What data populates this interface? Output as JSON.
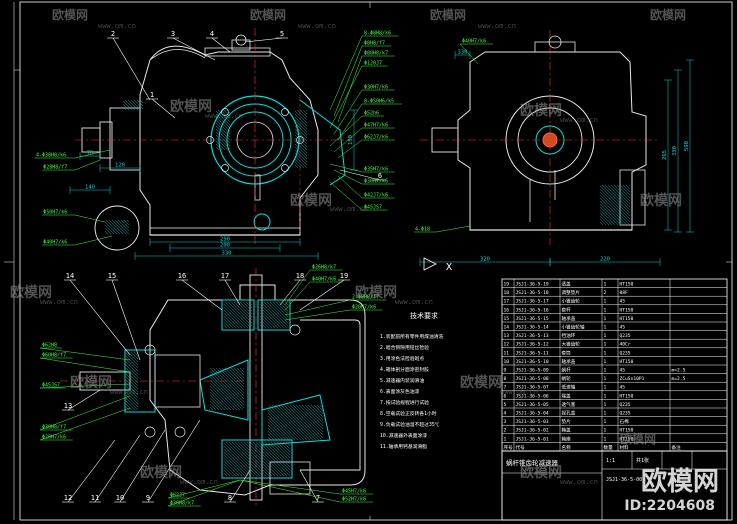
{
  "balloons_top": [
    "2",
    "3",
    "4",
    "5",
    "1",
    "6"
  ],
  "balloons_bottom": [
    "14",
    "15",
    "16",
    "17",
    "18",
    "19",
    "13",
    "12",
    "11",
    "10",
    "9",
    "8",
    "7"
  ],
  "dims_front": [
    "70",
    "120",
    "140",
    "290",
    "200",
    "330",
    "150"
  ],
  "dims_side": [
    "320",
    "220",
    "265",
    "330",
    "590",
    "330"
  ],
  "side_tolerances": [
    "Φ40H7/k6",
    "4-Φ18"
  ],
  "section_marker": "X",
  "callouts_right": [
    "8-Φ8H8/k6",
    "Φ8H8/f7",
    "Φ88H8/k7",
    "Φ120J7",
    "Φ30H7/k6",
    "8-Φ50H6/k5",
    "Φ52h6",
    "Φ47H7/k6",
    "Φ62J7/k6",
    "Φ35H7/k6",
    "Φ30H7/k6",
    "Φ42J7/k6",
    "Φ45JS7"
  ],
  "callouts_left": [
    "4-Φ38H8/k6",
    "Φ28H8/f7",
    "Φ50H7/k6",
    "Φ40H7/k6"
  ],
  "callouts_bottom_left": [
    "Φ62H8",
    "Φ60H8/f7",
    "Φ45JS7",
    "Φ30H8/f7",
    "Φ20H7/k6"
  ],
  "callouts_bottom_right": [
    "Φ26H8/k7",
    "Φ40H7/k6",
    "2-Φ8H8/f7",
    "Φ20H7/k6"
  ],
  "callouts_bottom_below": [
    "Φ62J7",
    "Φ30H8/k7",
    "Φ45H7/k6",
    "Φ52H7/k6"
  ],
  "notes_title": "技术要求",
  "notes_lines": [
    "1.装配前所有零件用煤油清洗",
    "2.啮合侧隙用铅丝检验",
    "3.用涂色法检验斑点",
    "4.箱体剖分面涂密封胶",
    "5.减速器内装润滑油",
    "6.表面涂灰色油漆",
    "7.按试验规程进行试验",
    "8.空载试验正反转各1小时",
    "9.负载试验油温不超过35℃",
    "10.减速器外表面涂漆",
    "11.轴承用钙基润滑脂"
  ],
  "parts": [
    {
      "no": "19",
      "code": "JSJ1-36-5-19",
      "name": "透盖",
      "qty": "1",
      "mat": "HT150",
      "note": ""
    },
    {
      "no": "18",
      "code": "JSJ1-36-5-18",
      "name": "调整垫片",
      "qty": "2",
      "mat": "08F",
      "note": ""
    },
    {
      "no": "17",
      "code": "JSJ1-36-5-17",
      "name": "小锥齿轮",
      "qty": "1",
      "mat": "45",
      "note": ""
    },
    {
      "no": "16",
      "code": "JSJ1-36-5-16",
      "name": "套杯",
      "qty": "1",
      "mat": "HT150",
      "note": ""
    },
    {
      "no": "15",
      "code": "JSJ1-36-5-15",
      "name": "轴承盖",
      "qty": "1",
      "mat": "HT150",
      "note": ""
    },
    {
      "no": "14",
      "code": "JSJ1-36-5-14",
      "name": "小锥齿轮轴",
      "qty": "1",
      "mat": "45",
      "note": ""
    },
    {
      "no": "13",
      "code": "JSJ1-36-5-13",
      "name": "挡油环",
      "qty": "1",
      "mat": "Q235",
      "note": ""
    },
    {
      "no": "12",
      "code": "JSJ1-36-5-12",
      "name": "大锥齿轮",
      "qty": "1",
      "mat": "40Cr",
      "note": ""
    },
    {
      "no": "11",
      "code": "JSJ1-36-5-11",
      "name": "套筒",
      "qty": "1",
      "mat": "Q235",
      "note": ""
    },
    {
      "no": "10",
      "code": "JSJ1-36-5-10",
      "name": "轴承盖",
      "qty": "1",
      "mat": "HT150",
      "note": ""
    },
    {
      "no": "9",
      "code": "JSJ1-36-5-09",
      "name": "蜗杆",
      "qty": "1",
      "mat": "45",
      "note": "m=2.5"
    },
    {
      "no": "8",
      "code": "JSJ1-36-5-08",
      "name": "蜗轮",
      "qty": "1",
      "mat": "ZCuSn10P1",
      "note": "m=2.5"
    },
    {
      "no": "7",
      "code": "JSJ1-36-5-07",
      "name": "低速轴",
      "qty": "1",
      "mat": "45",
      "note": ""
    },
    {
      "no": "6",
      "code": "JSJ1-36-5-06",
      "name": "端盖",
      "qty": "1",
      "mat": "HT150",
      "note": ""
    },
    {
      "no": "5",
      "code": "JSJ1-36-5-05",
      "name": "透气塞",
      "qty": "1",
      "mat": "Q235",
      "note": ""
    },
    {
      "no": "4",
      "code": "JSJ1-36-5-04",
      "name": "视孔盖",
      "qty": "1",
      "mat": "Q235",
      "note": ""
    },
    {
      "no": "3",
      "code": "JSJ1-36-5-03",
      "name": "垫片",
      "qty": "1",
      "mat": "石棉",
      "note": ""
    },
    {
      "no": "2",
      "code": "JSJ1-36-5-02",
      "name": "箱盖",
      "qty": "1",
      "mat": "HT150",
      "note": ""
    },
    {
      "no": "1",
      "code": "JSJ1-36-5-01",
      "name": "箱座",
      "qty": "1",
      "mat": "HT150",
      "note": ""
    }
  ],
  "parts_header": {
    "no": "序号",
    "code": "代号",
    "name": "名称",
    "qty": "数量",
    "mat": "材料",
    "note": "备注"
  },
  "title_block": {
    "name": "蜗杆锥齿轮减速器",
    "scale": "1:1",
    "sheet": "共1张",
    "drawing_no": "JSJ1-36-5-00"
  },
  "watermark_text": "欧模网",
  "watermark_url": "www.om.cn",
  "brand": "欧模网",
  "brand_id": "ID:2204608",
  "colors": {
    "background": "#000000",
    "outline": "#ffffff",
    "body": "#e8e8e8",
    "centerline": "#ff3030",
    "dimension": "#00d8d8",
    "section": "#00e0e0",
    "hatch": "#00b8b8",
    "leader": "#40ff40",
    "balloon": "#ffffff",
    "table": "#ffffff"
  }
}
